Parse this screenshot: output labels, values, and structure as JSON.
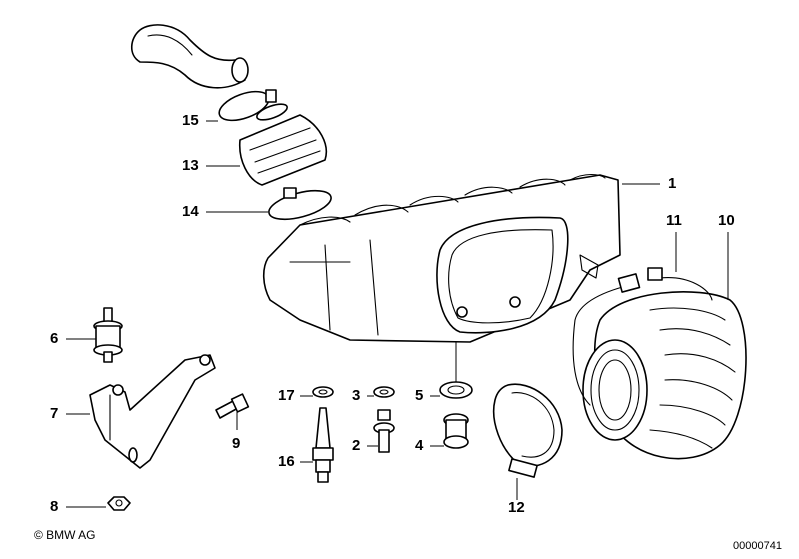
{
  "diagram": {
    "callouts": [
      {
        "id": "1",
        "label": "1"
      },
      {
        "id": "2",
        "label": "2"
      },
      {
        "id": "3",
        "label": "3"
      },
      {
        "id": "4",
        "label": "4"
      },
      {
        "id": "5",
        "label": "5"
      },
      {
        "id": "6",
        "label": "6"
      },
      {
        "id": "7",
        "label": "7"
      },
      {
        "id": "8",
        "label": "8"
      },
      {
        "id": "9",
        "label": "9"
      },
      {
        "id": "10",
        "label": "10"
      },
      {
        "id": "11",
        "label": "11"
      },
      {
        "id": "12",
        "label": "12"
      },
      {
        "id": "13",
        "label": "13"
      },
      {
        "id": "14",
        "label": "14"
      },
      {
        "id": "15",
        "label": "15"
      },
      {
        "id": "16",
        "label": "16"
      },
      {
        "id": "17",
        "label": "17"
      }
    ],
    "copyright": "© BMW AG",
    "image_number": "00000741"
  }
}
